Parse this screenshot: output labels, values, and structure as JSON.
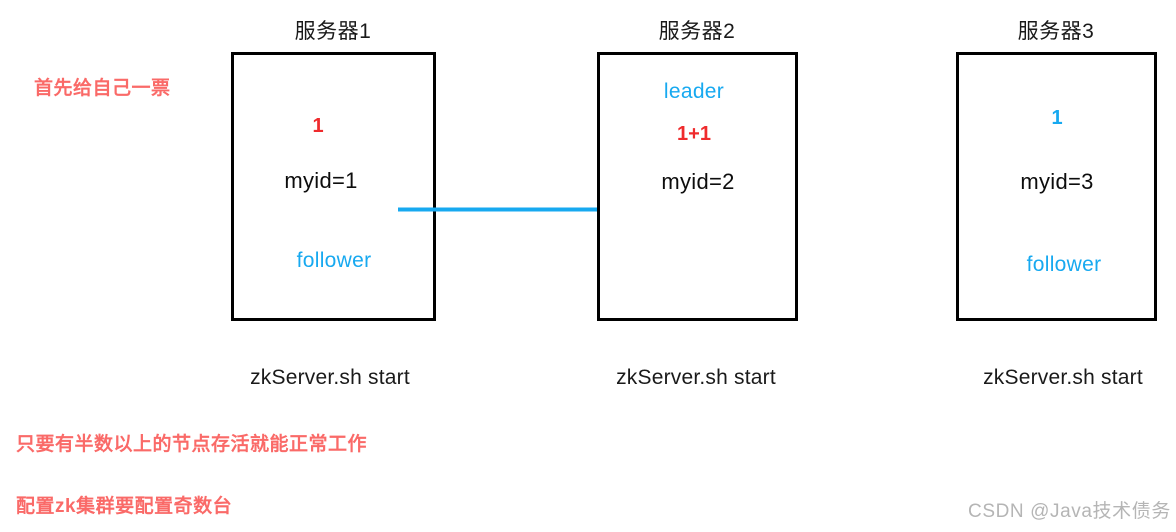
{
  "diagram": {
    "title_note": "首先给自己一票",
    "accent_blue": "#17a9f0",
    "accent_red": "#ef2b2d",
    "note_red": "#fa6a68",
    "box_border": "#000000"
  },
  "servers": [
    {
      "title": "服务器1",
      "vote": "1",
      "vote_color": "red",
      "myid": "myid=1",
      "role": "follower",
      "command": "zkServer.sh start"
    },
    {
      "title": "服务器2",
      "role": "leader",
      "vote": "1+1",
      "vote_color": "red",
      "myid": "myid=2",
      "command": "zkServer.sh start"
    },
    {
      "title": "服务器3",
      "vote": "1",
      "vote_color": "blue",
      "myid": "myid=3",
      "role": "follower",
      "command": "zkServer.sh start"
    }
  ],
  "notes": [
    "只要有半数以上的节点存活就能正常工作",
    "配置zk集群要配置奇数台"
  ],
  "arrow": {
    "label": "vote-transfer-arrow",
    "color": "#17a9f0"
  },
  "watermark": "CSDN @Java技术债务"
}
